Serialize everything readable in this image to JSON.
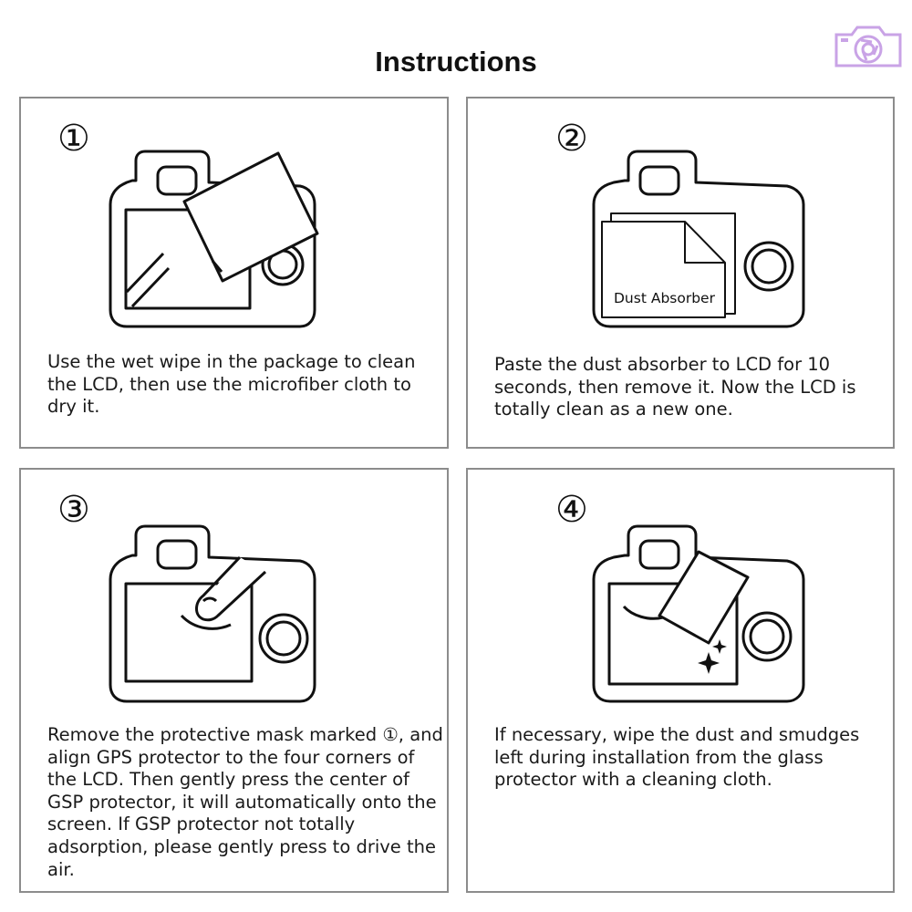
{
  "title": "Instructions",
  "colors": {
    "border": "#8c8c8c",
    "logo": "#c9a3e6",
    "ink": "#111111"
  },
  "logo": {
    "icon": "camera-logo-icon"
  },
  "steps": [
    {
      "number": "①",
      "icon": "camera-wipe-icon",
      "text": "Use the wet wipe in the package to clean the LCD, then use the microfiber cloth to dry it."
    },
    {
      "number": "②",
      "icon": "camera-dust-absorber-icon",
      "label": "Dust Absorber",
      "text": "Paste the dust absorber to LCD for 10 seconds, then remove it. Now the LCD is totally clean as a new one."
    },
    {
      "number": "③",
      "icon": "camera-press-finger-icon",
      "text": "Remove the protective mask marked ①, and align GPS protector to the four corners of the LCD. Then gently press the center of GSP protector, it will automatically onto the screen. If GSP protector not totally adsorption, please gently press to drive the air."
    },
    {
      "number": "④",
      "icon": "camera-cloth-sparkle-icon",
      "text": "If necessary, wipe the dust and smudges left during installation from the glass protector with a cleaning cloth."
    }
  ]
}
